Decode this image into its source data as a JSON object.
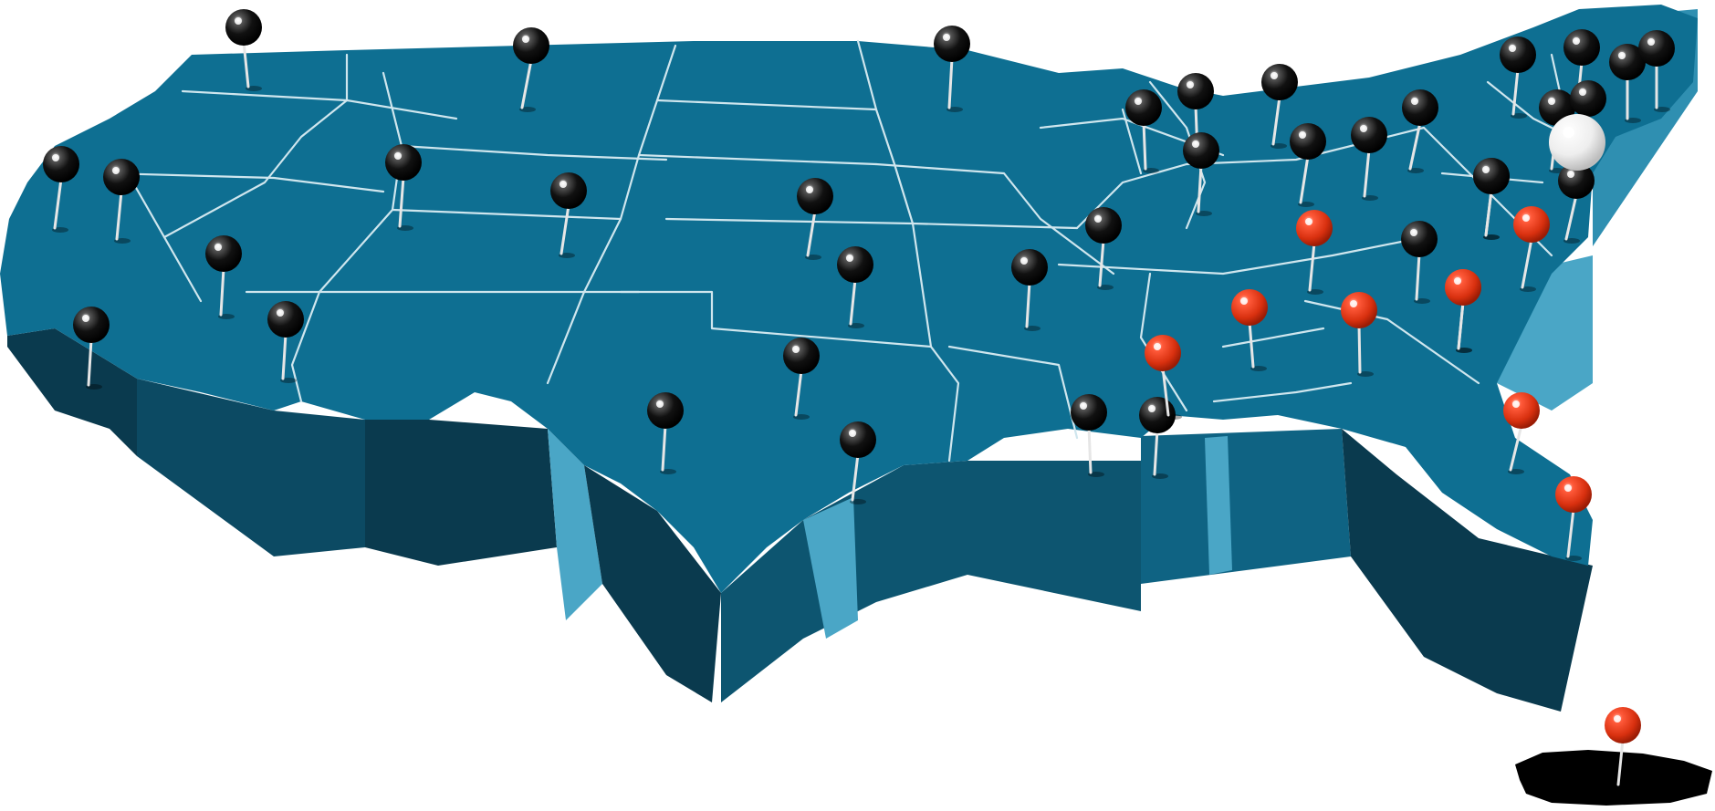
{
  "map": {
    "title": "",
    "colors": {
      "land_top": "#0e6f92",
      "land_side_dark": "#0a3a4e",
      "land_side_mid": "#0d5570",
      "land_side_light": "#4aa6c6",
      "border": "#cfe6ee",
      "island": "#000000"
    },
    "pin_colors": {
      "black": "#0b0b0b",
      "red": "#e8361c",
      "white": "#f2f2f2"
    },
    "pins": [
      {
        "name": "pin-wa-north",
        "color": "black"
      },
      {
        "name": "pin-mt",
        "color": "black"
      },
      {
        "name": "pin-nd-mn",
        "color": "black"
      },
      {
        "name": "pin-or-coast",
        "color": "black"
      },
      {
        "name": "pin-or-inland",
        "color": "black"
      },
      {
        "name": "pin-id",
        "color": "black"
      },
      {
        "name": "pin-wy",
        "color": "black"
      },
      {
        "name": "pin-nv",
        "color": "black"
      },
      {
        "name": "pin-ca-north",
        "color": "black"
      },
      {
        "name": "pin-ca-south",
        "color": "black"
      },
      {
        "name": "pin-co",
        "color": "black"
      },
      {
        "name": "pin-ne",
        "color": "black"
      },
      {
        "name": "pin-ks",
        "color": "black"
      },
      {
        "name": "pin-ok",
        "color": "black"
      },
      {
        "name": "pin-nm",
        "color": "black"
      },
      {
        "name": "pin-tx",
        "color": "black"
      },
      {
        "name": "pin-mo",
        "color": "black"
      },
      {
        "name": "pin-il",
        "color": "black"
      },
      {
        "name": "pin-wi",
        "color": "black"
      },
      {
        "name": "pin-mi-west",
        "color": "black"
      },
      {
        "name": "pin-mi-east",
        "color": "black"
      },
      {
        "name": "pin-mi-north",
        "color": "black"
      },
      {
        "name": "pin-oh",
        "color": "black"
      },
      {
        "name": "pin-pa-west",
        "color": "black"
      },
      {
        "name": "pin-ny-west",
        "color": "black"
      },
      {
        "name": "pin-ny-east",
        "color": "black"
      },
      {
        "name": "pin-vt",
        "color": "black"
      },
      {
        "name": "pin-nh",
        "color": "black"
      },
      {
        "name": "pin-me",
        "color": "black"
      },
      {
        "name": "pin-ma",
        "color": "black"
      },
      {
        "name": "pin-ct",
        "color": "black"
      },
      {
        "name": "pin-nj",
        "color": "black"
      },
      {
        "name": "pin-md",
        "color": "black"
      },
      {
        "name": "pin-wv",
        "color": "black"
      },
      {
        "name": "pin-la",
        "color": "black"
      },
      {
        "name": "pin-ms",
        "color": "black"
      },
      {
        "name": "pin-ny-city",
        "color": "white"
      },
      {
        "name": "pin-ky",
        "color": "red"
      },
      {
        "name": "pin-va",
        "color": "red"
      },
      {
        "name": "pin-tn",
        "color": "red"
      },
      {
        "name": "pin-nc-west",
        "color": "red"
      },
      {
        "name": "pin-nc-east",
        "color": "red"
      },
      {
        "name": "pin-al",
        "color": "red"
      },
      {
        "name": "pin-sc",
        "color": "red"
      },
      {
        "name": "pin-ga-coast",
        "color": "red"
      },
      {
        "name": "pin-fl",
        "color": "red"
      },
      {
        "name": "pin-pr",
        "color": "red"
      }
    ]
  }
}
